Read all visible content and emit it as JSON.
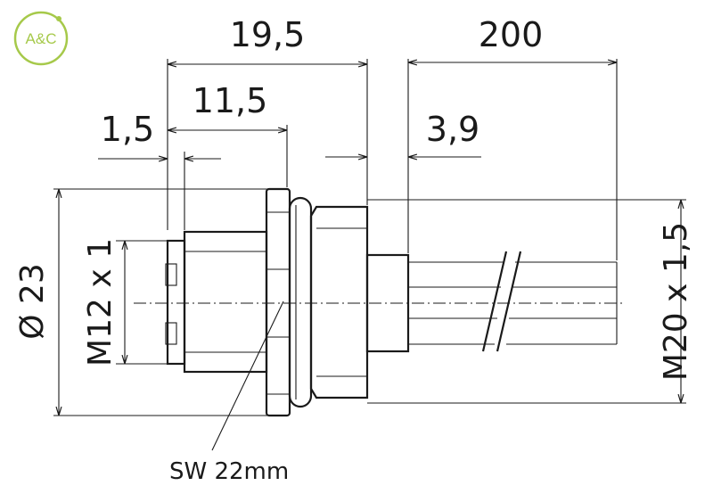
{
  "logo": {
    "text": "A&C",
    "color": "#a6c94a"
  },
  "dimensions": {
    "overall_length": "19,5",
    "cable_length": "200",
    "housing_length": "11,5",
    "flange_offset": "1,5",
    "thread_length": "3,9",
    "outer_diameter": "Ø 23",
    "connector_thread": "M12 x 1",
    "panel_thread": "M20 x 1,5"
  },
  "annotations": {
    "wrench_size": "SW 22mm"
  },
  "colors": {
    "line": "#1a1a1a",
    "background": "#ffffff"
  }
}
